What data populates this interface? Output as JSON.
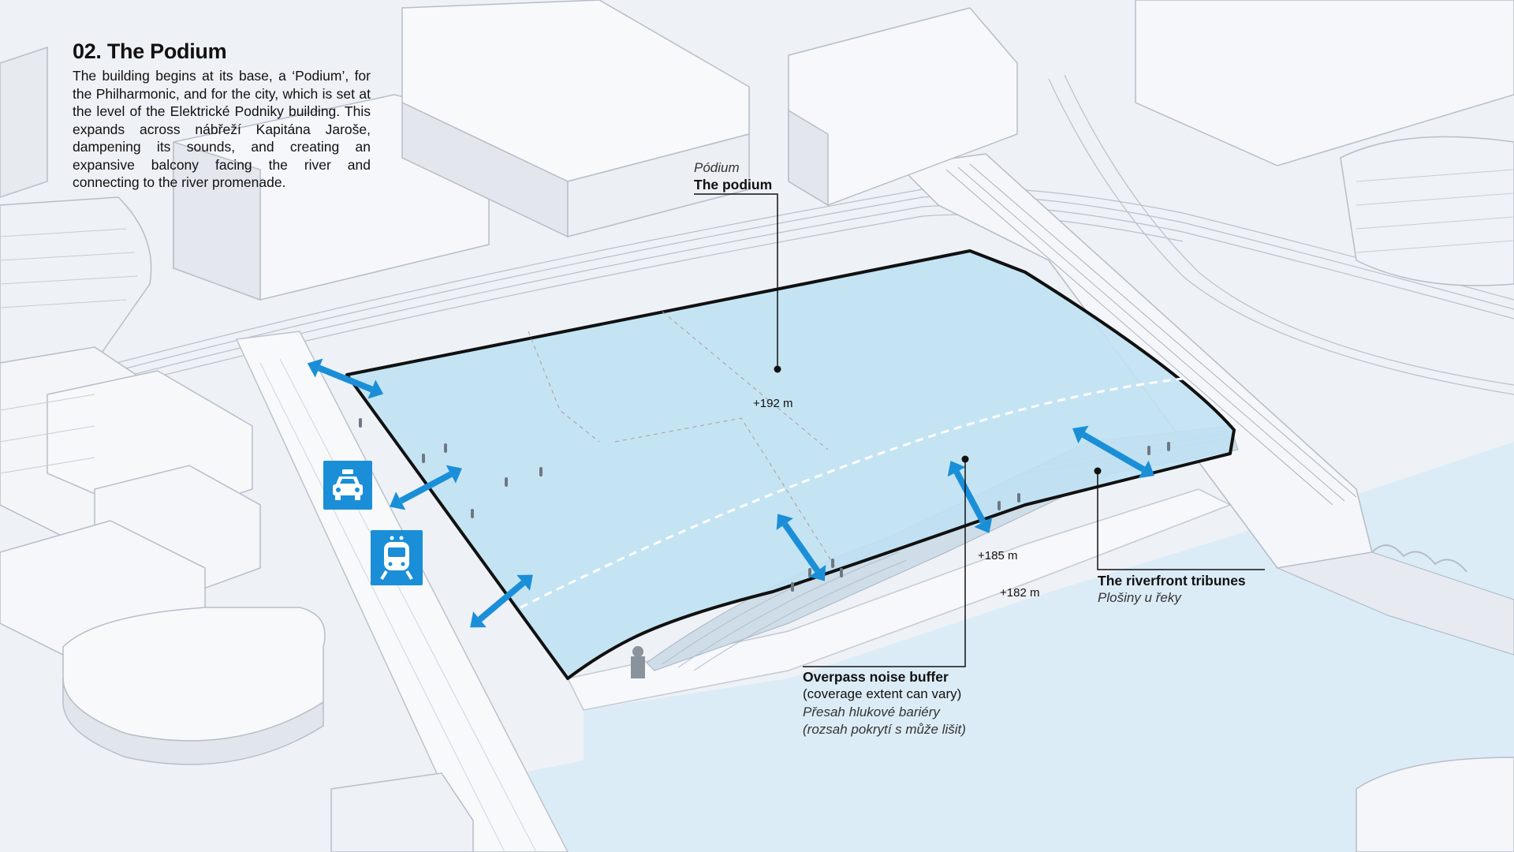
{
  "intro": {
    "title": "02. The Podium",
    "body": "The building begins at its base, a ‘Podium’, for the Philharmonic, and for the city, which is set at the level of the Elektrické Podniky building. This expands across nábřeží Kapitána Jaroše, dampening its sounds, and creating an expansive balcony facing the river and connecting to the river promenade."
  },
  "labels": {
    "podium": {
      "czech": "Pódium",
      "english": "The podium"
    },
    "riverfront": {
      "english": "The riverfront tribunes",
      "czech": "Plošiny u řeky"
    },
    "overpass": {
      "english": "Overpass noise buffer",
      "english_note": "(coverage extent can vary)",
      "czech": "Přesah hlukové bariéry",
      "czech_note": "(rozsah pokrytí s může lišit)"
    }
  },
  "elevations": {
    "podium_level": "+192 m",
    "tribune_level": "+185 m",
    "river_level": "+182 m"
  },
  "icons": [
    "taxi-icon",
    "tram-icon",
    "access-arrow-icon"
  ],
  "colors": {
    "podium_fill": "#bfe1f3",
    "arrow": "#1a8fd8",
    "river": "#dcecf7",
    "outline": "#111111"
  }
}
